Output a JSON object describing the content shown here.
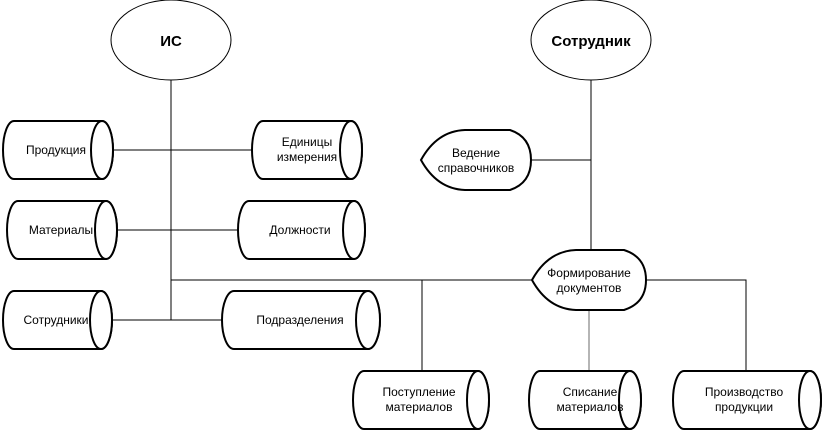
{
  "diagram": {
    "actors": {
      "is": "ИС",
      "employee": "Сотрудник"
    },
    "stores": {
      "products": "Продукция",
      "units": [
        "Единицы",
        "измерения"
      ],
      "materials": "Материалы",
      "positions": "Должности",
      "employees": "Сотрудники",
      "departments": "Подразделения",
      "receipt": [
        "Поступление",
        "материалов"
      ],
      "writeoff": [
        "Списание",
        "материалов"
      ],
      "production": [
        "Производство",
        "продукции"
      ]
    },
    "processes": {
      "references": [
        "Ведение",
        "справочников"
      ],
      "documents": [
        "Формирование",
        "документов"
      ]
    }
  }
}
